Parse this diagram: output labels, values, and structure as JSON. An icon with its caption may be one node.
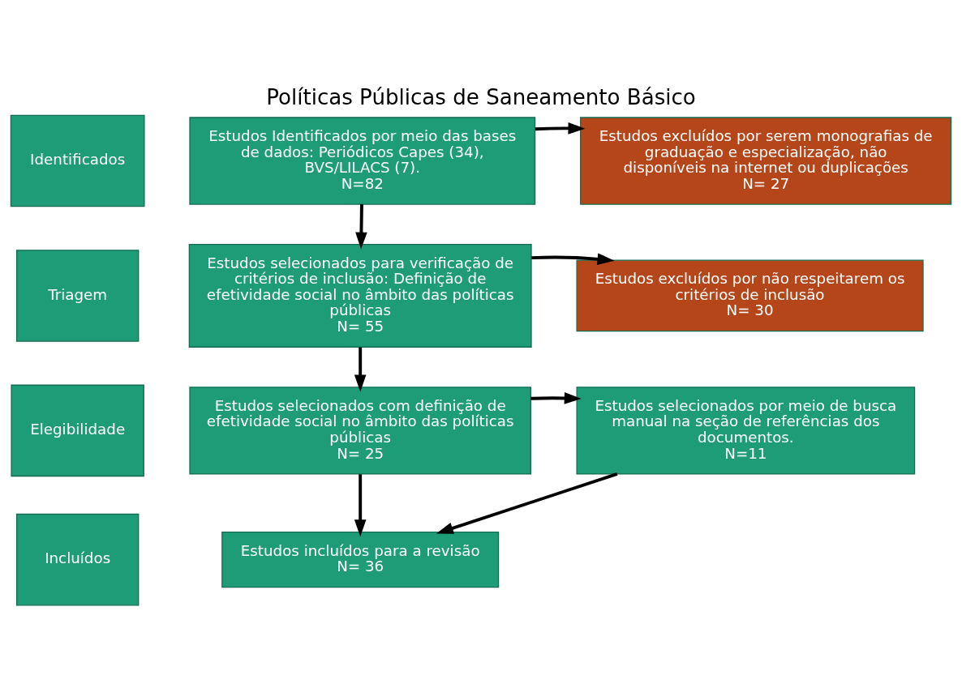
{
  "diagram": {
    "title": "Políticas Públicas de Saneamento Básico",
    "nodes": [
      {
        "text": [
          "Identificados"
        ]
      },
      {
        "text": [
          "Estudos Identificados por meio das bases de dados: Periódicos Capes (34), BVS/LILACS (7).",
          "N=82"
        ]
      },
      {
        "text": [
          "Estudos excluídos por serem monografias de graduação e especialização, não disponíveis na internet ou duplicações",
          "N= 27"
        ]
      },
      {
        "text": [
          "Triagem"
        ]
      },
      {
        "text": [
          "Estudos selecionados para verificação de critérios de inclusão: Definição de efetividade social no âmbito das políticas públicas",
          "N= 55"
        ]
      },
      {
        "text": [
          "Estudos excluídos por não respeitarem os critérios de inclusão",
          "N= 30"
        ]
      },
      {
        "text": [
          "Elegibilidade"
        ]
      },
      {
        "text": [
          "Estudos selecionados com definição de efetividade social no âmbito das políticas públicas",
          "N= 25"
        ]
      },
      {
        "text": [
          "Estudos selecionados por meio de busca manual na seção de referências dos documentos.",
          "N=11"
        ]
      },
      {
        "text": [
          "Incluídos"
        ]
      },
      {
        "text": [
          "Estudos incluídos para a revisão",
          "N= 36"
        ]
      }
    ],
    "edges": [
      {
        "from": 1,
        "to": 2,
        "arrow": "to"
      },
      {
        "from": 1,
        "to": 4,
        "arrow": "to"
      },
      {
        "from": 4,
        "to": 5,
        "arrow": "to"
      },
      {
        "from": 4,
        "to": 7,
        "arrow": "to"
      },
      {
        "from": 7,
        "to": 8,
        "arrow": "to"
      },
      {
        "from": 7,
        "to": 10,
        "arrow": "to"
      },
      {
        "from": 8,
        "to": 10,
        "arrow": "to"
      }
    ]
  }
}
